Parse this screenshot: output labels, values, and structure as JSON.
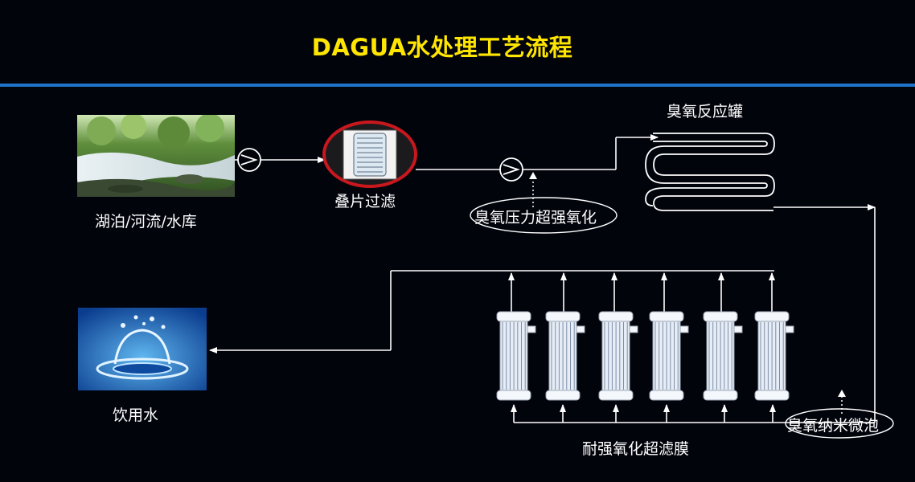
{
  "title": "DAGUA水处理工艺流程",
  "nodes": {
    "source": "湖泊/河流/水库",
    "filter": "叠片过滤",
    "ozone_pressure": "臭氧压力超强氧化",
    "ozone_tank": "臭氧反应罐",
    "ozone_nano": "臭氧纳米微泡",
    "membrane": "耐强氧化超滤膜",
    "output": "饮用水"
  },
  "colors": {
    "title": "#ffe600",
    "rule": "#1f74c9",
    "filter_ring": "#c8181e",
    "line": "#ffffff"
  },
  "icons": [
    "pump-icon",
    "filter-cartridge-icon",
    "serpentine-tank-icon",
    "membrane-module-icon"
  ]
}
